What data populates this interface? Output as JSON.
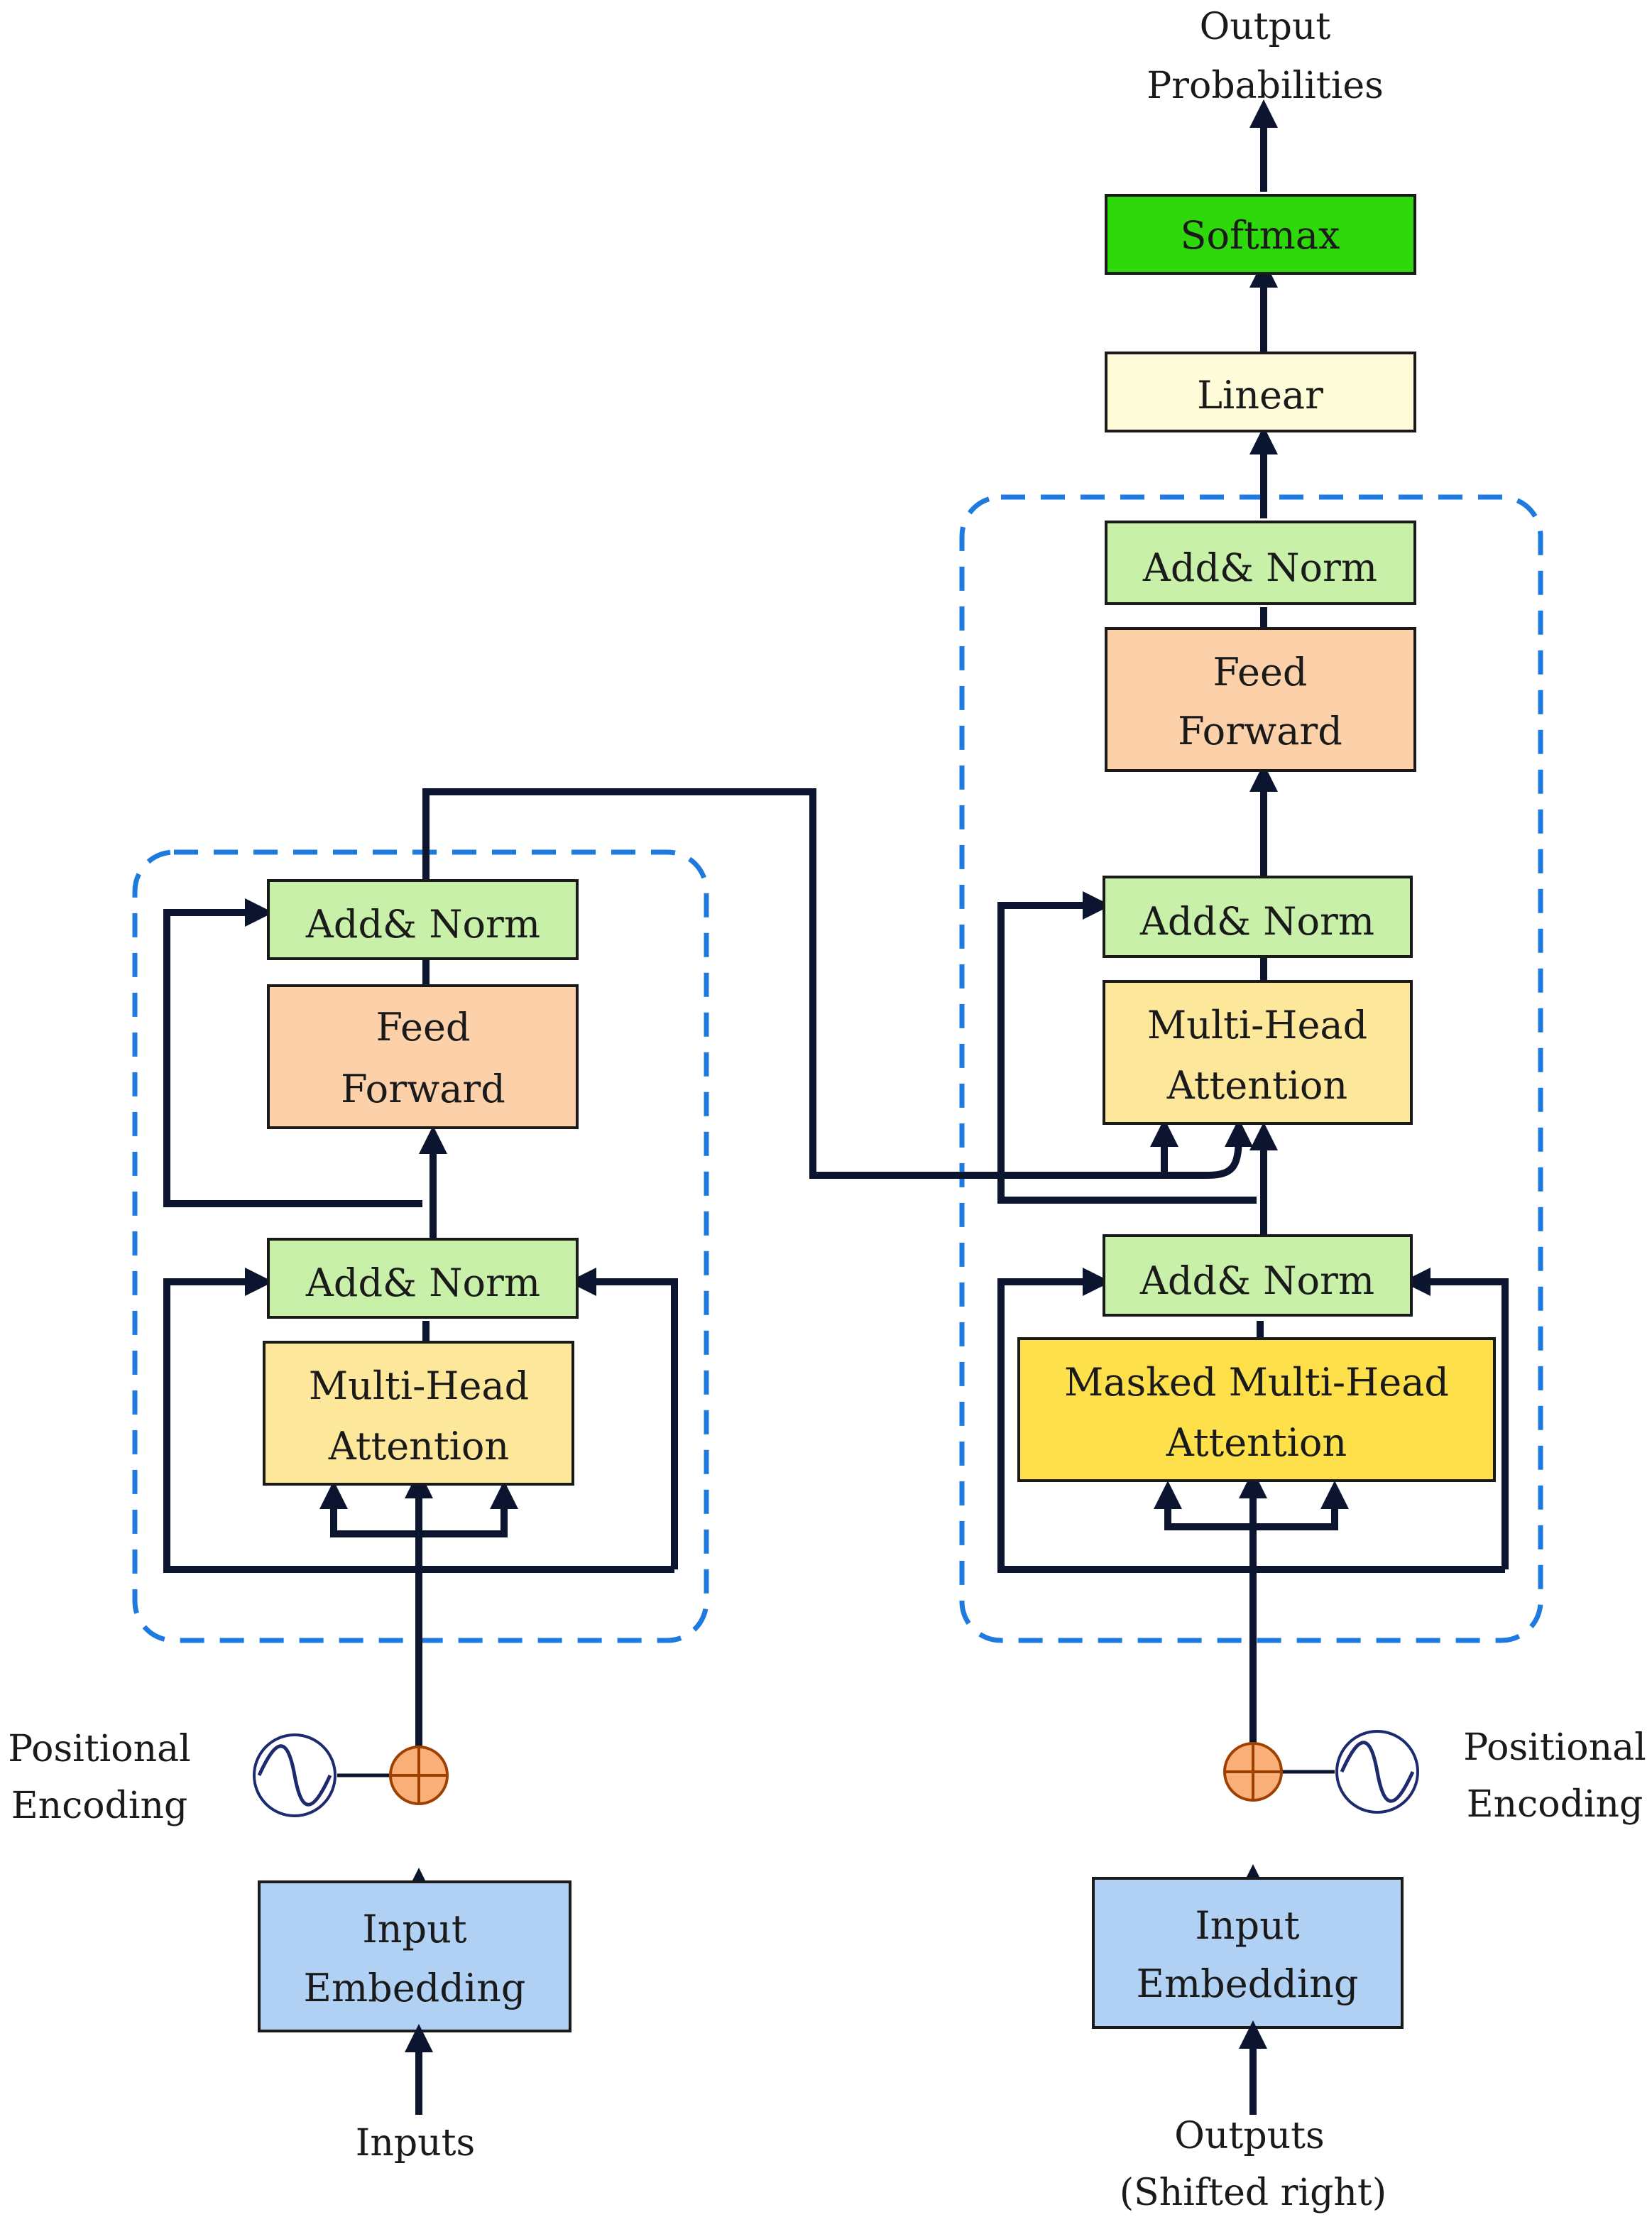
{
  "colors": {
    "add_norm": "#c8f0a8",
    "feed_forward": "#fcd0a8",
    "attention": "#fde79a",
    "masked_attention": "#fde04a",
    "embedding": "#b0d0f4",
    "linear": "#fefcd8",
    "softmax": "#2ed80a",
    "adder": "#f8b078",
    "wire": "#0b1530",
    "dashed_border": "#1f7ae0"
  },
  "top": {
    "output_line1": "Output",
    "output_line2": "Probabilities",
    "softmax": "Softmax",
    "linear": "Linear"
  },
  "encoder": {
    "add_norm_top": "Add& Norm",
    "feed_forward_line1": "Feed",
    "feed_forward_line2": "Forward",
    "add_norm_bottom": "Add& Norm",
    "attention_line1": "Multi-Head",
    "attention_line2": "Attention",
    "embedding_line1": "Input",
    "embedding_line2": "Embedding",
    "input_label": "Inputs",
    "pos_line1": "Positional",
    "pos_line2": "Encoding"
  },
  "decoder": {
    "add_norm_top": "Add& Norm",
    "feed_forward_line1": "Feed",
    "feed_forward_line2": "Forward",
    "add_norm_mid": "Add& Norm",
    "attention_line1": "Multi-Head",
    "attention_line2": "Attention",
    "add_norm_bottom": "Add& Norm",
    "masked_line1": "Masked Multi-Head",
    "masked_line2": "Attention",
    "embedding_line1": "Input",
    "embedding_line2": "Embedding",
    "output_label_line1": "Outputs",
    "output_label_line2": "(Shifted right)",
    "pos_line1": "Positional",
    "pos_line2": "Encoding"
  }
}
